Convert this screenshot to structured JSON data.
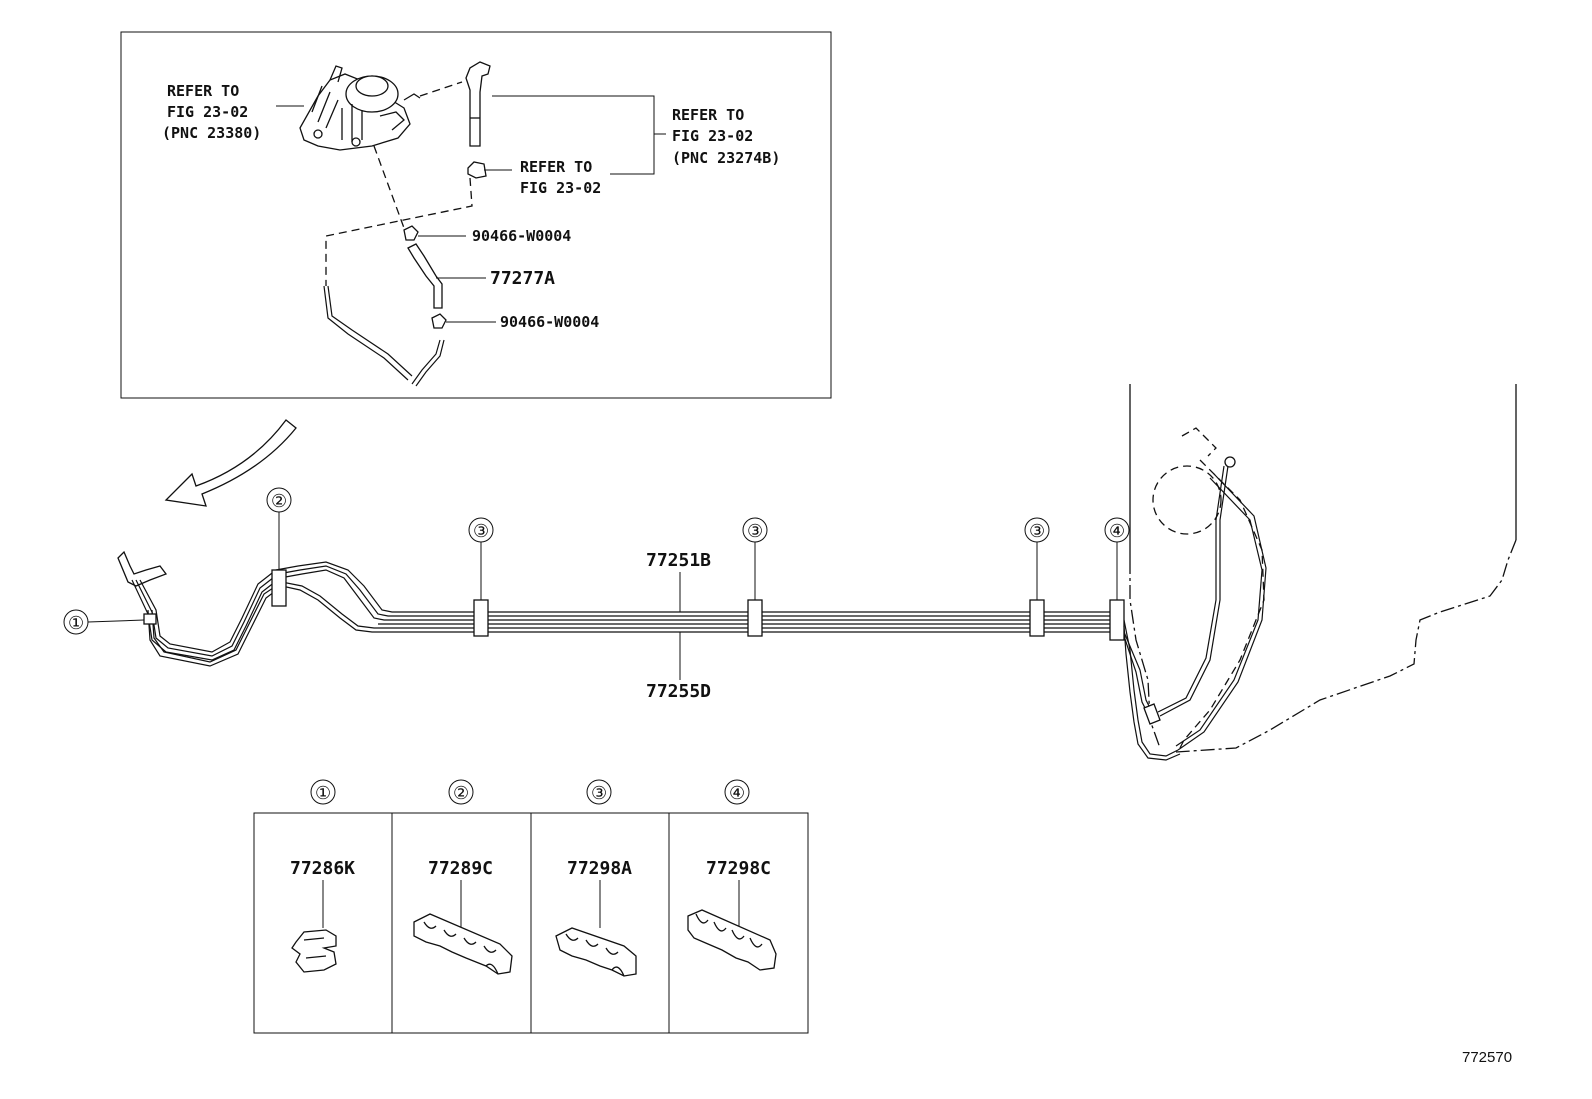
{
  "inset": {
    "refer_top_left": [
      "REFER TO",
      "FIG 23-02",
      "(PNC 23380)"
    ],
    "refer_mid": [
      "REFER TO",
      "FIG 23-02"
    ],
    "refer_right": [
      "REFER TO",
      "FIG 23-02",
      "(PNC 23274B)"
    ],
    "clamp_top": "90466-W0004",
    "hose": "77277A",
    "clamp_bottom": "90466-W0004"
  },
  "main": {
    "pipe_upper": "77251B",
    "pipe_lower": "77255D",
    "markers": [
      "①",
      "②",
      "③",
      "③",
      "③",
      "④"
    ]
  },
  "clamps_table": [
    {
      "marker": "①",
      "part": "77286K"
    },
    {
      "marker": "②",
      "part": "77289C"
    },
    {
      "marker": "③",
      "part": "77298A"
    },
    {
      "marker": "④",
      "part": "77298C"
    }
  ],
  "figure_code": "772570"
}
